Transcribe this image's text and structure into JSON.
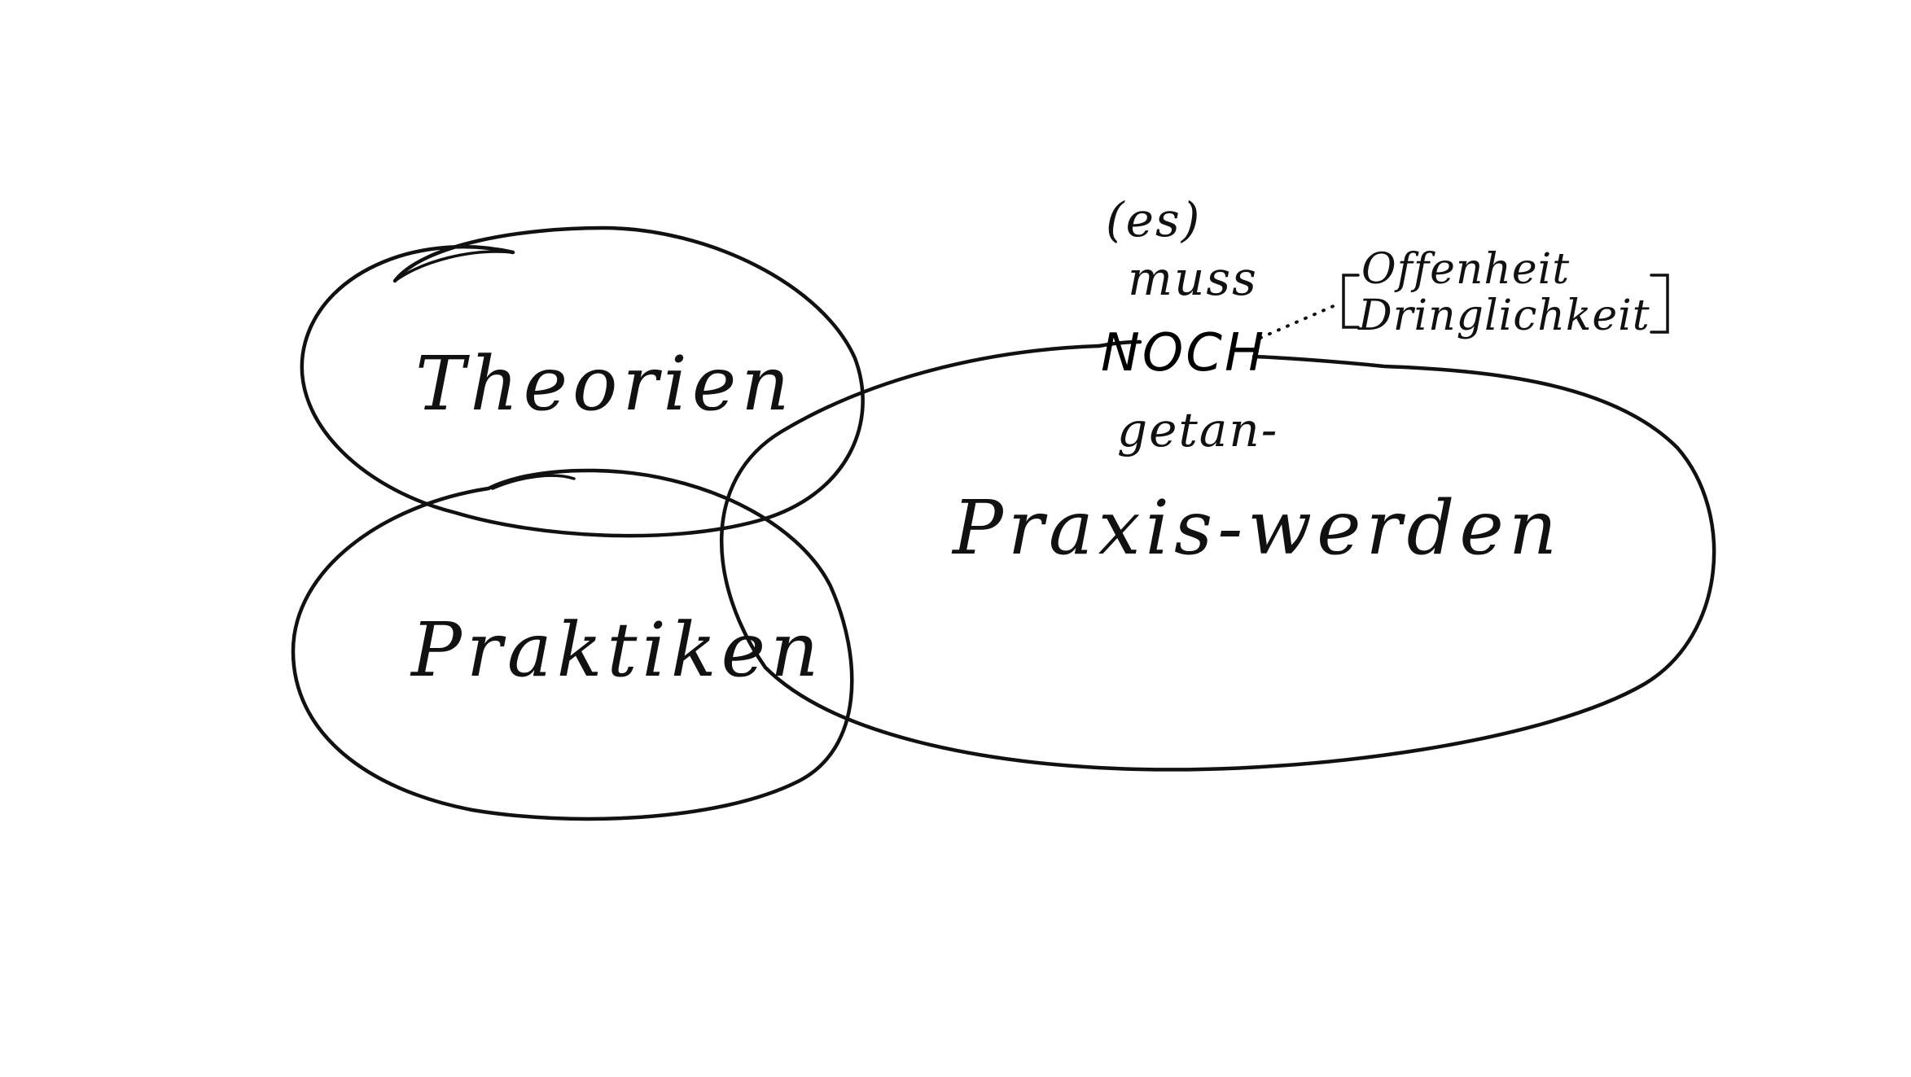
{
  "diagram": {
    "nodes": {
      "theorien": {
        "label": "Theorien"
      },
      "praktiken": {
        "label": "Praktiken"
      },
      "praxis_werden": {
        "label": "Praxis-werden"
      }
    },
    "annotation": {
      "line1": "(es)",
      "line2": "muss",
      "line3": "NOCH",
      "line4": "getan-"
    },
    "bracket_note": {
      "line1": "Offenheit",
      "line2": "Dringlichkeit"
    }
  }
}
